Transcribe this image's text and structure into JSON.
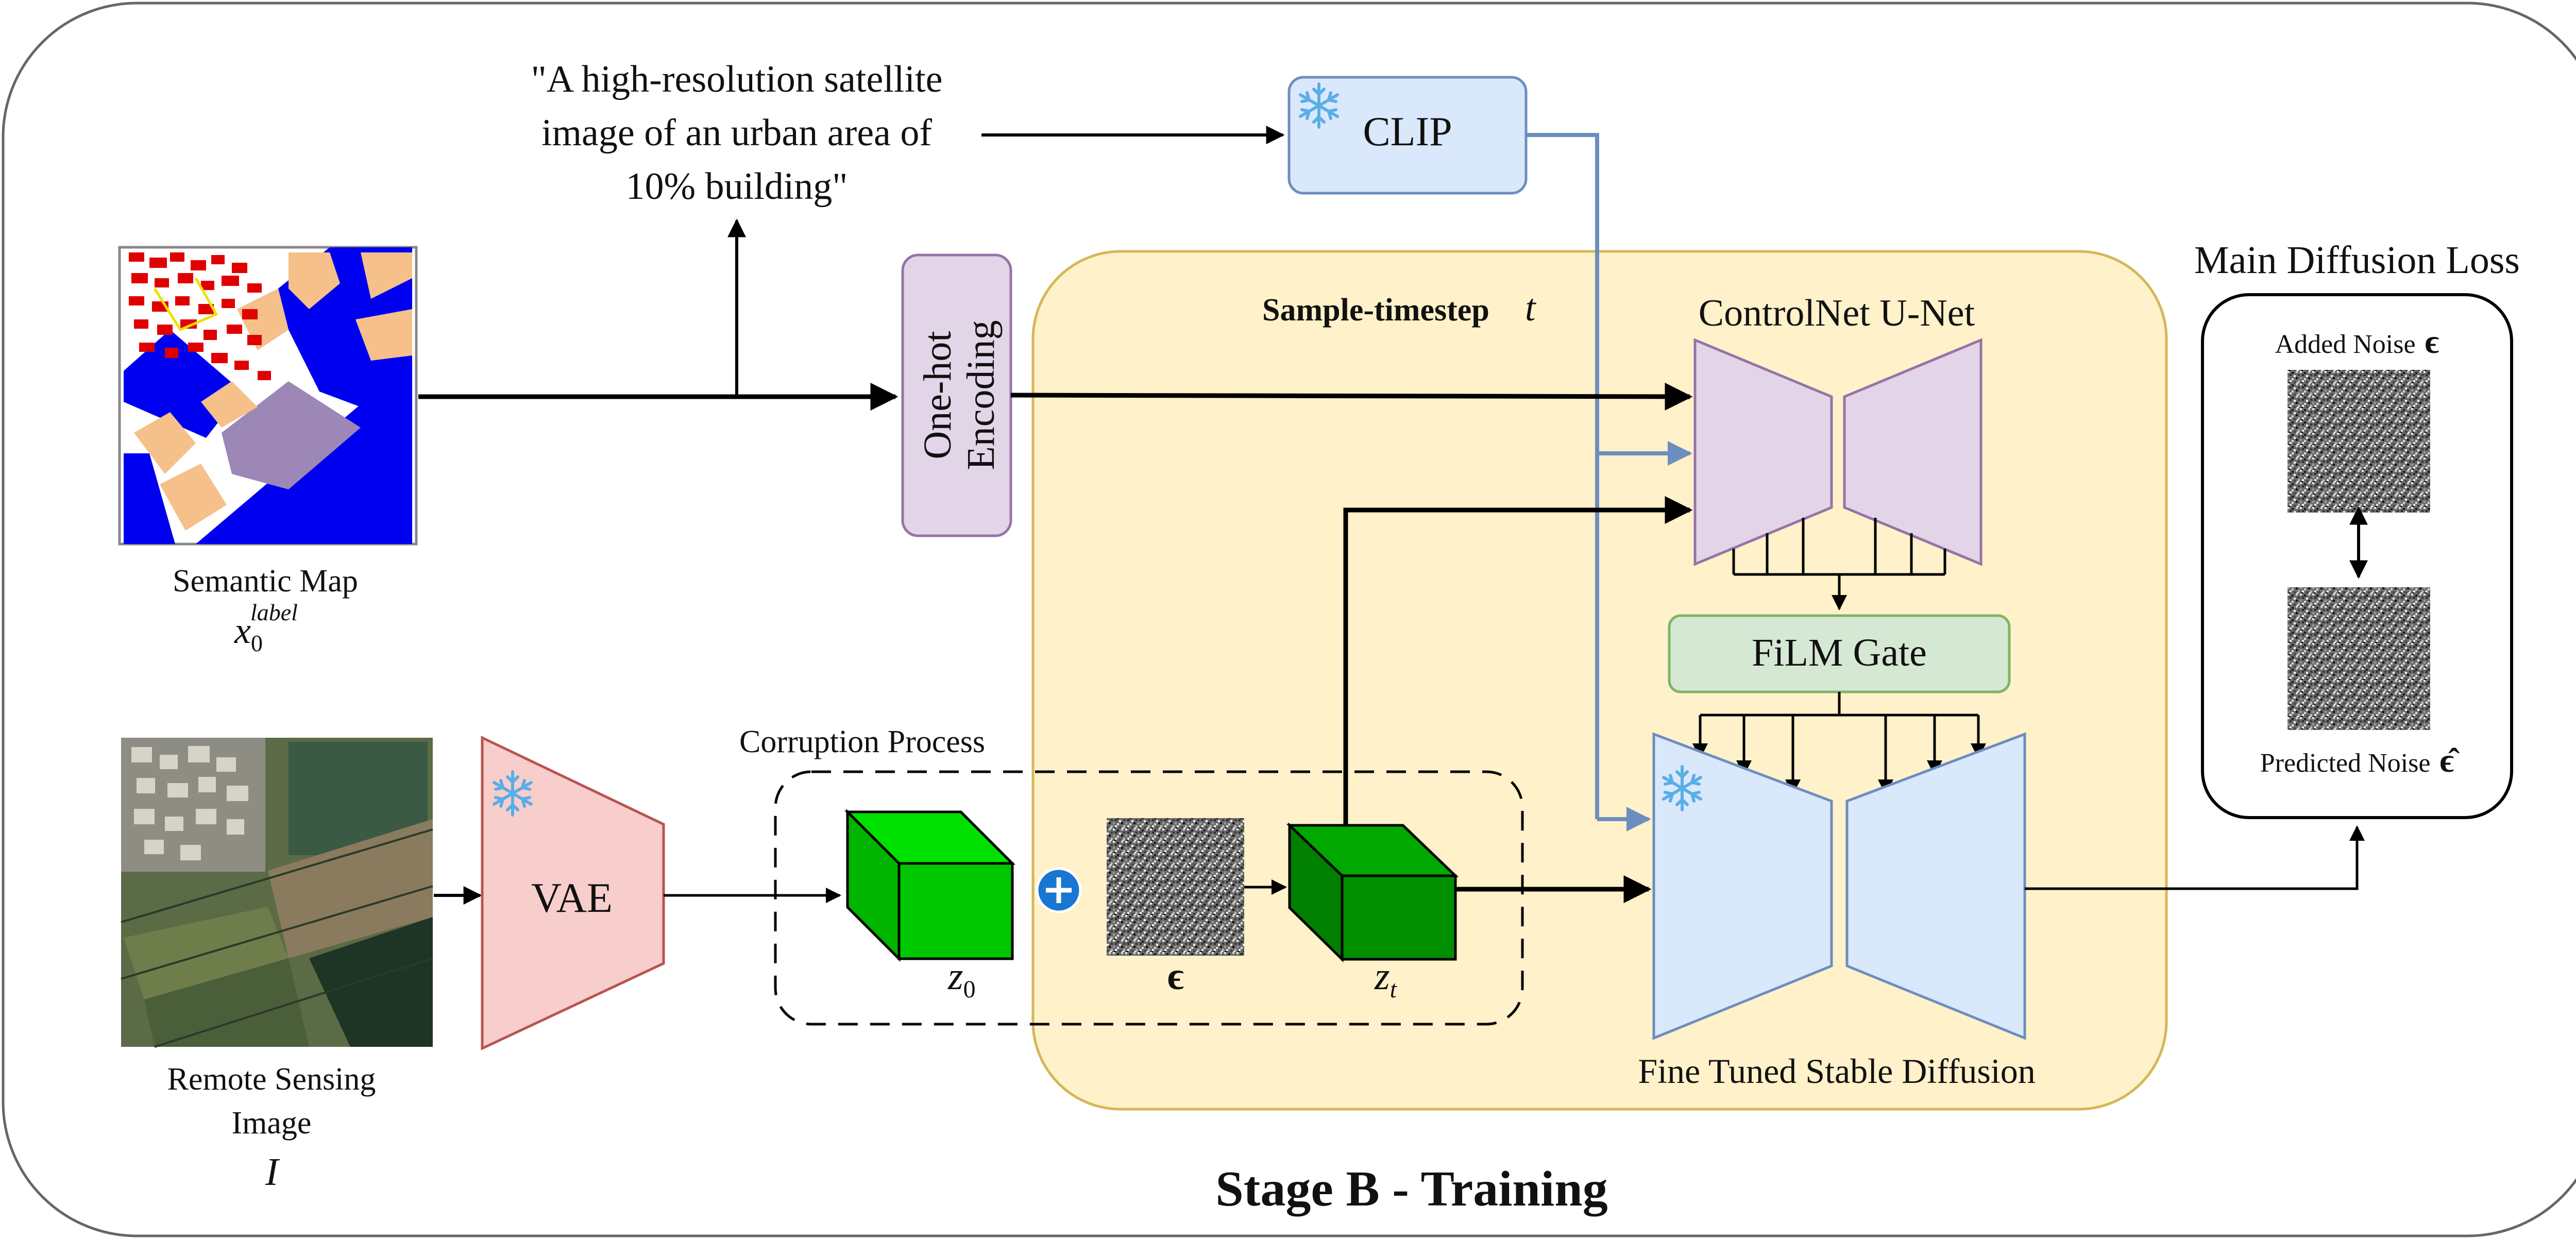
{
  "caption": {
    "title": "Stage B - Training"
  },
  "prompt": {
    "line1": "\"A high-resolution satellite",
    "line2": "image of an urban area of",
    "line3": "10% building\""
  },
  "clip": {
    "label": "CLIP"
  },
  "onehot": {
    "line1": "One-hot",
    "line2": "Encoding"
  },
  "semantic_map": {
    "label": "Semantic Map",
    "symbol": "x",
    "sub": "0",
    "sup": "label"
  },
  "remote_image": {
    "line1": "Remote Sensing",
    "line2": "Image",
    "symbol": "I"
  },
  "vae": {
    "label": "VAE"
  },
  "corruption": {
    "label": "Corruption Process",
    "z0": "z",
    "z0_sub": "0",
    "eps": "ϵ",
    "zt": "z",
    "zt_sub": "t"
  },
  "training_box": {
    "timestep_label": "Sample-timestep",
    "timestep_symbol": "t"
  },
  "controlnet": {
    "label": "ControlNet U-Net"
  },
  "film": {
    "label": "FiLM Gate"
  },
  "sd": {
    "label": "Fine Tuned Stable Diffusion"
  },
  "loss": {
    "title": "Main Diffusion Loss",
    "added": "Added Noise",
    "added_symbol": "ϵ",
    "predicted": "Predicted Noise",
    "predicted_symbol": "ϵ̂"
  },
  "colors": {
    "training_fill": "#fff1c9",
    "training_stroke": "#d6b656",
    "clip_fill": "#dae8fc",
    "clip_stroke": "#6c8ebf",
    "onehot_fill": "#e1d5e7",
    "onehot_stroke": "#9673a6",
    "controlnet_fill": "#e1d5e7",
    "film_fill": "#d5e8d4",
    "film_stroke": "#82b366",
    "sd_fill": "#dae8fc",
    "vae_fill": "#f8cecc",
    "vae_stroke": "#b85450",
    "cube_light": "#00c800",
    "cube_dark": "#009900",
    "blue_arrow": "#6c8ebf"
  },
  "icons": [
    "snowflake-icon",
    "plus-icon"
  ]
}
